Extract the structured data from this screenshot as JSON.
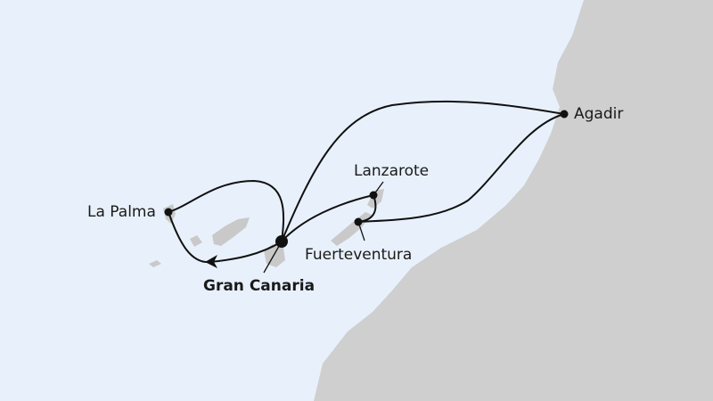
{
  "colors": {
    "sea": "#e8f1fb",
    "land": "#cfcfcf",
    "island": "#c9c9c9",
    "route": "#111111",
    "text": "#1a1a1a"
  },
  "ports": {
    "agadir": "Agadir",
    "lanzarote": "Lanzarote",
    "la_palma": "La Palma",
    "fuerteventura": "Fuerteventura",
    "gran_canaria": "Gran Canaria"
  },
  "home_port": "gran_canaria",
  "route_end_marker": "arrow-icon"
}
